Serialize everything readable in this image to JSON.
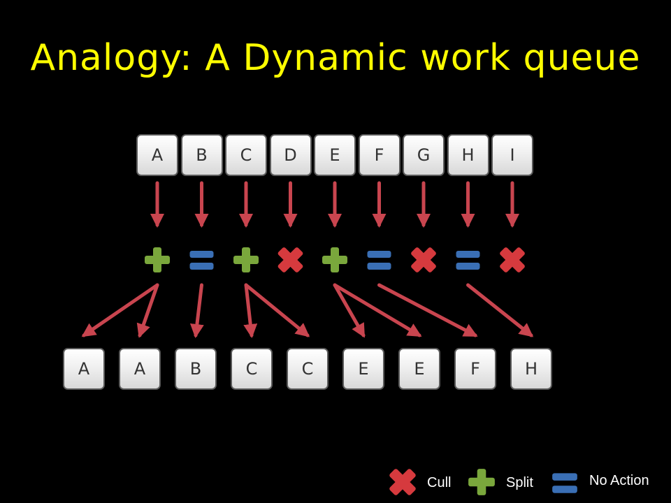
{
  "title": "Analogy: A Dynamic work queue",
  "colors": {
    "title": "#ffff00",
    "arrow": "#c9454f",
    "split": "#7aa73c",
    "cull": "#d63a3e",
    "noaction": "#3a6fb5"
  },
  "top_row": [
    "A",
    "B",
    "C",
    "D",
    "E",
    "F",
    "G",
    "H",
    "I"
  ],
  "actions": [
    "split",
    "no-action",
    "split",
    "cull",
    "split",
    "no-action",
    "cull",
    "no-action",
    "cull"
  ],
  "bottom_row": [
    "A",
    "A",
    "B",
    "C",
    "C",
    "E",
    "E",
    "F",
    "H"
  ],
  "links": [
    [
      0,
      0
    ],
    [
      0,
      1
    ],
    [
      1,
      2
    ],
    [
      2,
      3
    ],
    [
      2,
      4
    ],
    [
      4,
      5
    ],
    [
      4,
      6
    ],
    [
      5,
      7
    ],
    [
      7,
      8
    ]
  ],
  "legend": {
    "cull": "Cull",
    "split": "Split",
    "no_action": "No Action"
  }
}
